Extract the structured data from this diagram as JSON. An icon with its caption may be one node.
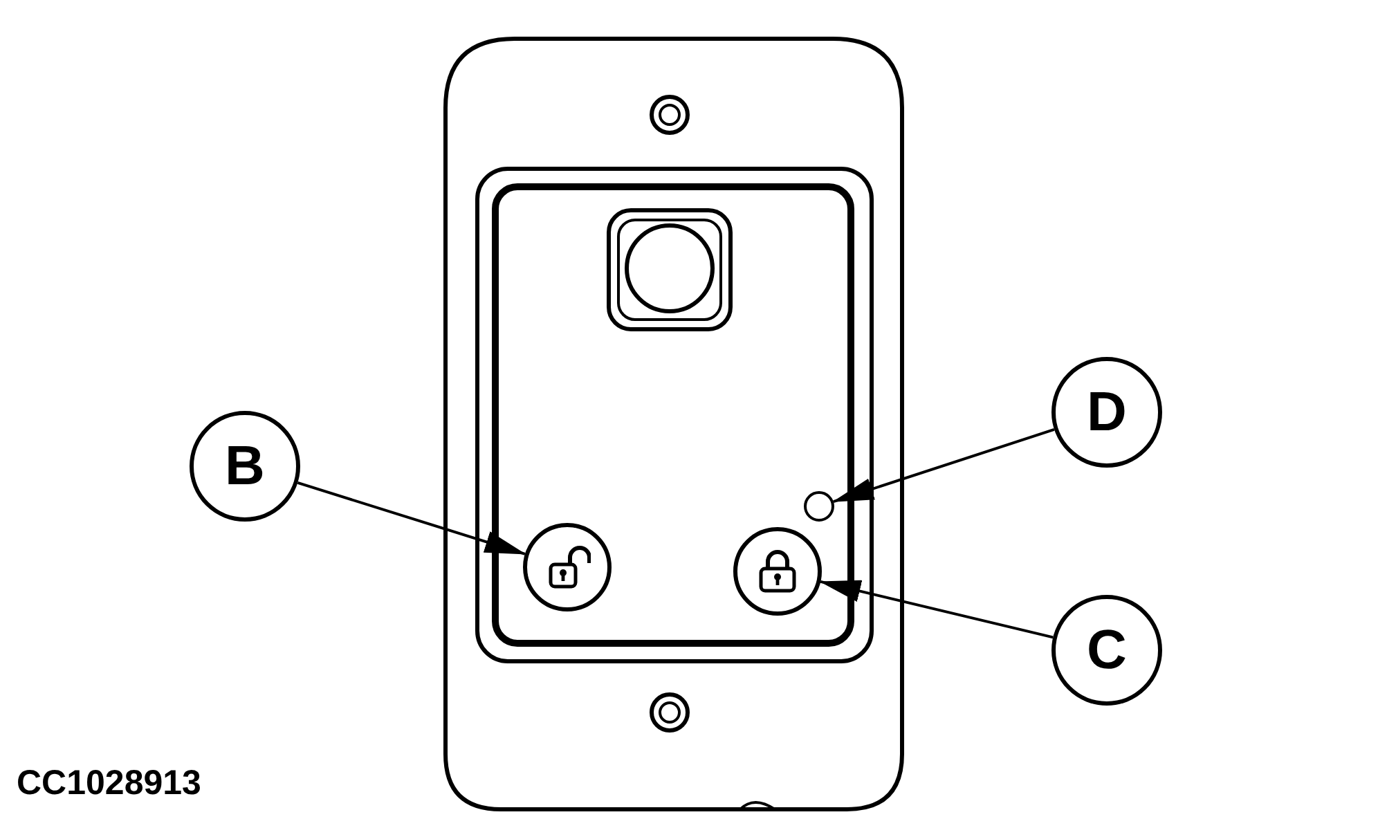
{
  "diagram": {
    "nodes": [
      {
        "text": [
          "B"
        ]
      },
      {
        "text": [
          "D"
        ]
      },
      {
        "text": [
          "C"
        ]
      },
      {
        "text": [],
        "shape": "circle"
      },
      {
        "text": [],
        "shape": "circle"
      },
      {
        "text": [],
        "shape": "circle"
      }
    ],
    "edges": [
      {
        "from": 0,
        "to": 3,
        "arrow": "to"
      },
      {
        "from": 1,
        "to": 5,
        "arrow": "to"
      },
      {
        "from": 2,
        "to": 4,
        "arrow": "to"
      }
    ],
    "labels": [
      "CC1028913"
    ]
  }
}
